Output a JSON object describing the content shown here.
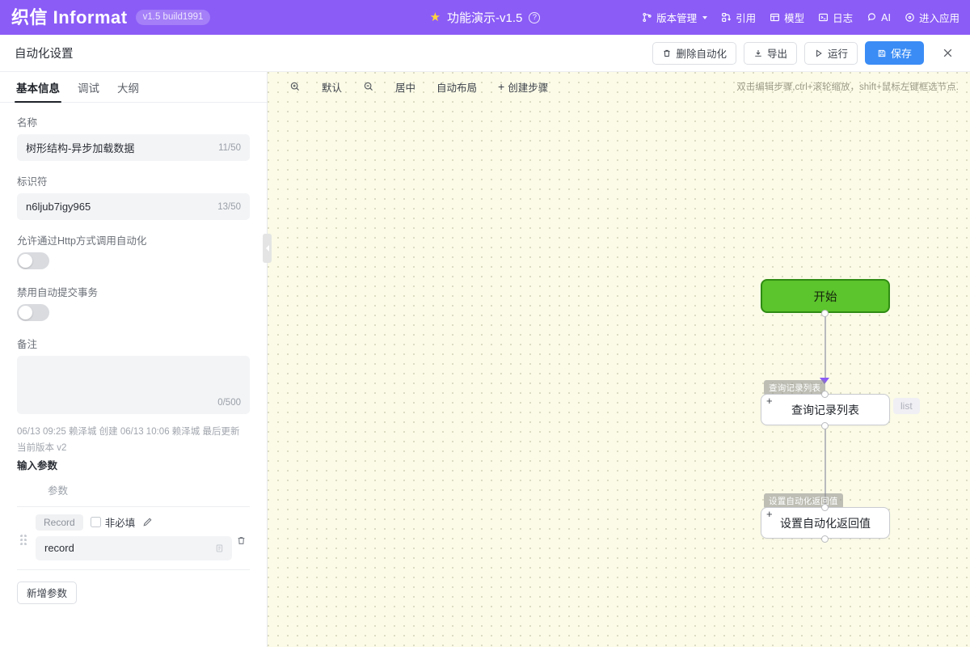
{
  "topbar": {
    "brand": "织信 Informat",
    "version_badge": "v1.5 build1991",
    "app_title": "功能演示-v1.5",
    "star_icon": "star-icon",
    "help_icon": "help-circle-icon",
    "menu": [
      {
        "label": "版本管理",
        "icon": "branch-icon",
        "has_caret": true
      },
      {
        "label": "引用",
        "icon": "link-ref-icon",
        "has_caret": false
      },
      {
        "label": "模型",
        "icon": "model-grid-icon",
        "has_caret": false
      },
      {
        "label": "日志",
        "icon": "log-terminal-icon",
        "has_caret": false
      },
      {
        "label": "AI",
        "icon": "ai-sparkle-icon",
        "has_caret": false
      },
      {
        "label": "进入应用",
        "icon": "enter-app-icon",
        "has_caret": false
      }
    ],
    "accent": "#8b5cf6"
  },
  "subbar": {
    "title": "自动化设置",
    "delete_label": "删除自动化",
    "delete_icon": "trash-icon",
    "export_label": "导出",
    "export_icon": "download-icon",
    "run_label": "运行",
    "run_icon": "play-icon",
    "save_label": "保存",
    "save_icon": "save-disk-icon",
    "close_icon": "close-icon",
    "primary_color": "#3b8cf5"
  },
  "leftpanel": {
    "tabs": [
      {
        "label": "基本信息",
        "active": true
      },
      {
        "label": "调试",
        "active": false
      },
      {
        "label": "大纲",
        "active": false
      }
    ],
    "name": {
      "label": "名称",
      "value": "树形结构-异步加载数据",
      "count": "11/50"
    },
    "identifier": {
      "label": "标识符",
      "value": "n6ljub7igy965",
      "count": "13/50"
    },
    "http_toggle": {
      "label": "允许通过Http方式调用自动化",
      "state": "off"
    },
    "txn_toggle": {
      "label": "禁用自动提交事务",
      "state": "off"
    },
    "remark": {
      "label": "备注",
      "value": "",
      "count": "0/500"
    },
    "meta_line": "06/13 09:25 赖泽城 创建 06/13 10:06 赖泽城 最后更新",
    "version_line": "当前版本 v2",
    "input_params_title": "输入参数",
    "param_column_header": "参数",
    "params": [
      {
        "type_chip": "Record",
        "optional_label": "非必填",
        "optional_checked": false,
        "edit_icon": "pencil-icon",
        "value": "record",
        "copy_icon": "copy-icon",
        "delete_icon": "trash-icon",
        "drag_icon": "drag-handle-icon"
      }
    ],
    "add_param_label": "新增参数",
    "resize_handle_icon": "collapse-panel-icon"
  },
  "canvas": {
    "toolbar": [
      {
        "label": "默认",
        "icon": "zoom-in-icon",
        "icon_side": "left"
      },
      {
        "label": "居中",
        "icon": "zoom-out-icon",
        "icon_side": "left"
      },
      {
        "label": "自动布局",
        "icon": "",
        "icon_side": "none"
      },
      {
        "label": "创建步骤",
        "icon": "plus-icon",
        "icon_side": "left"
      }
    ],
    "hint": "双击编辑步骤,ctrl+滚轮缩放，shift+鼠标左键框选节点.",
    "background_color": "#fbfbe7",
    "nodes": [
      {
        "id": "start",
        "label": "开始",
        "kind": "start",
        "badge": "",
        "side_chip": ""
      },
      {
        "id": "query",
        "label": "查询记录列表",
        "kind": "step",
        "badge": "查询记录列表",
        "side_chip": "list",
        "plus": "+"
      },
      {
        "id": "ret",
        "label": "设置自动化返回值",
        "kind": "step",
        "badge": "设置自动化返回值",
        "side_chip": "",
        "plus": "+"
      }
    ]
  }
}
